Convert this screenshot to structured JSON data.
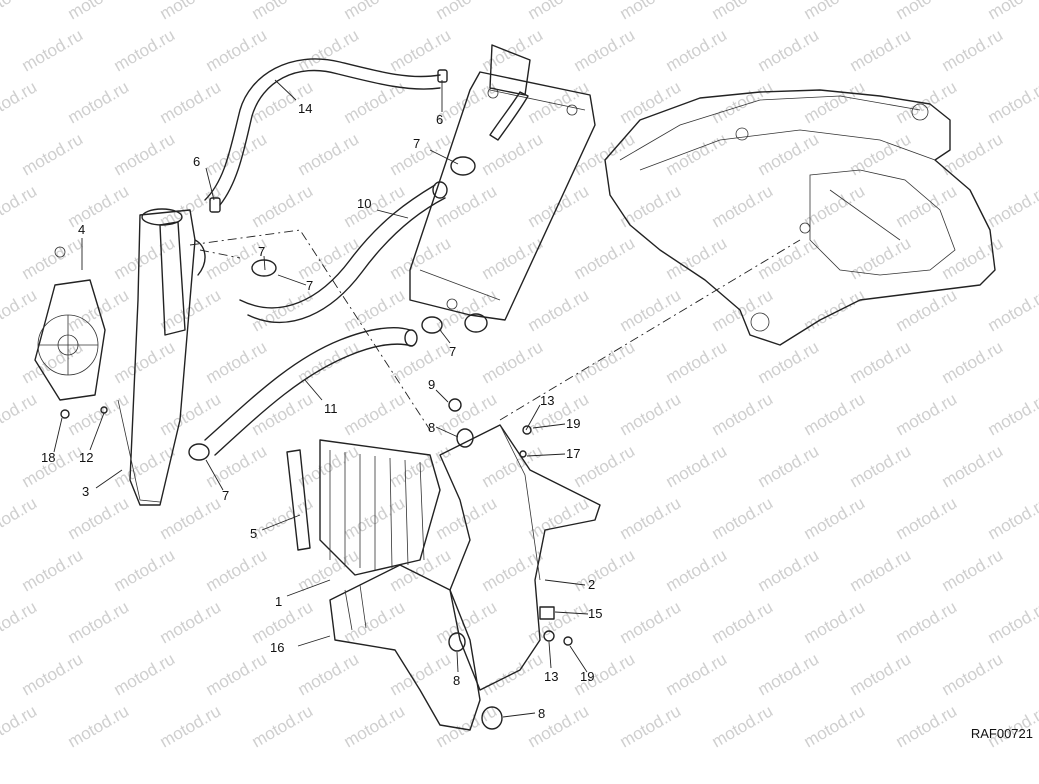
{
  "watermark": "motod.ru",
  "diagram_code": "RAF00721",
  "callouts": [
    "1",
    "2",
    "3",
    "4",
    "5",
    "6",
    "6",
    "7",
    "7",
    "7",
    "7",
    "7",
    "8",
    "8",
    "8",
    "9",
    "10",
    "11",
    "12",
    "13",
    "13",
    "14",
    "15",
    "16",
    "17",
    "18",
    "19",
    "19"
  ]
}
